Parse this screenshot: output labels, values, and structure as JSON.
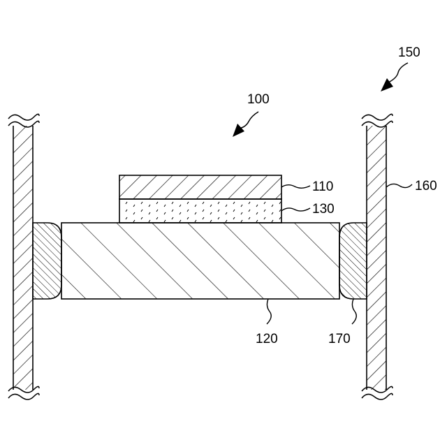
{
  "labels": {
    "assembly_outer": "150",
    "assembly_inner": "100",
    "layer_top": "110",
    "layer_middle": "130",
    "bar": "120",
    "wall_right": "160",
    "joint_right": "170"
  }
}
